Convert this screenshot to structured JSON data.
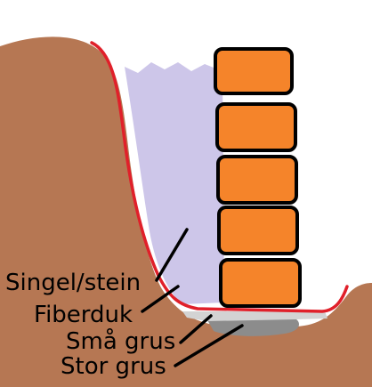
{
  "labels": {
    "gravel_stone": "Singel/stein",
    "fiber_cloth": "Fiberduk",
    "small_gravel": "Små grus",
    "large_gravel": "Stor grus"
  },
  "colors": {
    "soil": "#b67753",
    "stone_fill": "#cdc6e9",
    "fiber_line": "#e0202a",
    "small_gravel": "#d3d3d3",
    "large_gravel": "#8c8c8c",
    "block": "#f5842a",
    "outline": "#000000"
  }
}
